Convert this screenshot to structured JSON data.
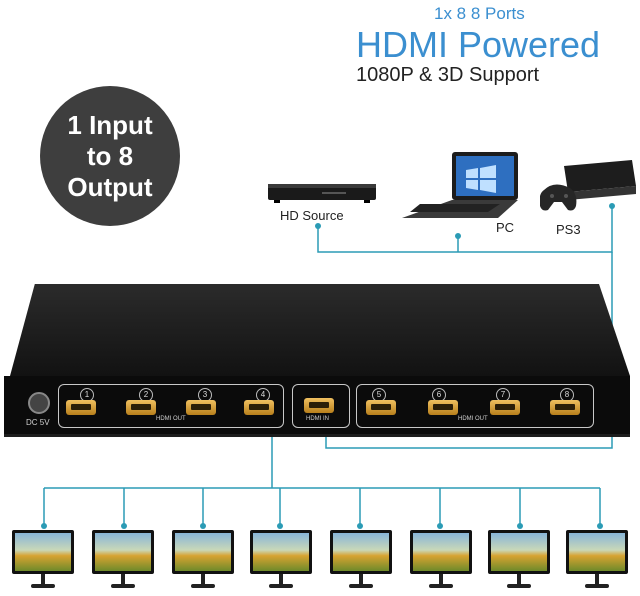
{
  "header": {
    "ports_line": "1x 8 8 Ports",
    "headline": "HDMI Powered",
    "subline": "1080P & 3D Support"
  },
  "badge": {
    "line1": "1 Input",
    "line2": "to 8",
    "line3": "Output"
  },
  "sources": {
    "hd_source": "HD Source",
    "pc": "PC",
    "ps3": "PS3"
  },
  "switch": {
    "dc_label": "DC 5V",
    "out_label_left": "HDMI OUT",
    "in_label": "HDMI IN",
    "out_label_right": "HDMI OUT",
    "port_numbers": [
      "1",
      "2",
      "3",
      "4",
      "5",
      "6",
      "7",
      "8"
    ]
  },
  "colors": {
    "accent": "#3b8fd0",
    "connector_line": "#2b9bb5",
    "box": "#111111"
  }
}
